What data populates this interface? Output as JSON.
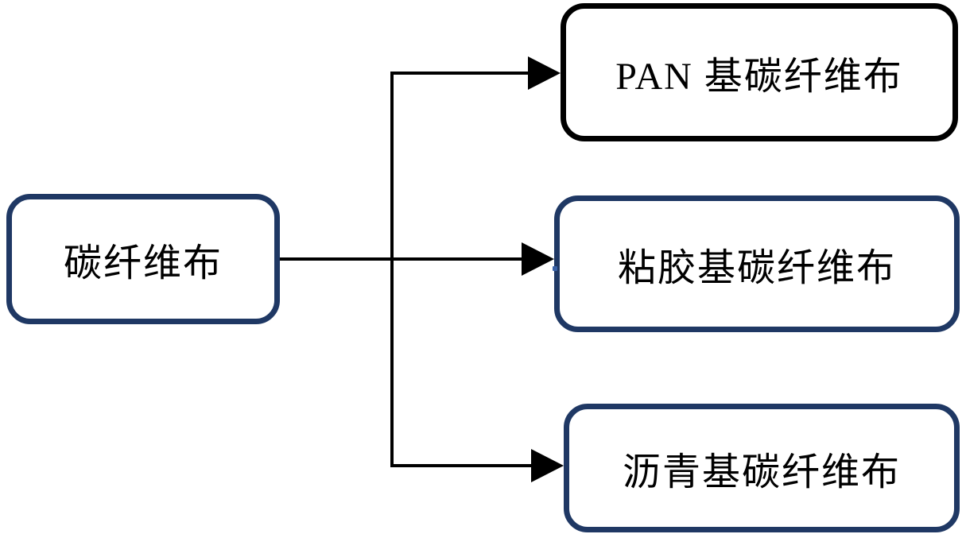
{
  "diagram": {
    "background_color": "#ffffff",
    "line_color": "#000000",
    "text_color": "#000000",
    "nodes": {
      "root": {
        "label": "碳纤维布",
        "border_color": "#1f3864"
      },
      "pan": {
        "label": "PAN 基碳纤维布",
        "border_color": "#000000"
      },
      "viscose": {
        "label": "粘胶基碳纤维布",
        "border_color": "#1f3864"
      },
      "pitch": {
        "label": "沥青基碳纤维布",
        "border_color": "#1f3864"
      }
    },
    "edges": [
      {
        "from": "root",
        "to": "pan"
      },
      {
        "from": "root",
        "to": "viscose"
      },
      {
        "from": "root",
        "to": "pitch"
      }
    ],
    "artifact_dot_color": "#3a62a7"
  }
}
